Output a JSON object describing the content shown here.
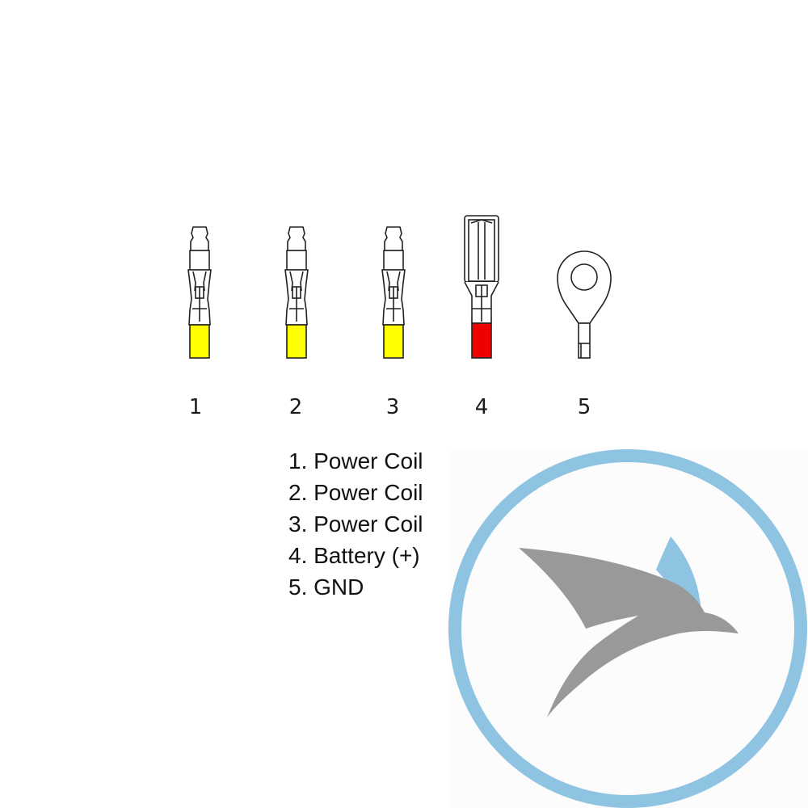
{
  "colors": {
    "insulation_yellow": "#ffff00",
    "insulation_red": "#ee0000",
    "outline": "#222222",
    "logo_ring": "#8fc3e2",
    "logo_bird": "#999999",
    "logo_bird_accent": "#8fc3e2"
  },
  "connectors": [
    {
      "number": "1",
      "type": "bullet-male",
      "insulation": "yellow"
    },
    {
      "number": "2",
      "type": "bullet-male",
      "insulation": "yellow"
    },
    {
      "number": "3",
      "type": "bullet-male",
      "insulation": "yellow"
    },
    {
      "number": "4",
      "type": "flat-female",
      "insulation": "red"
    },
    {
      "number": "5",
      "type": "ring-terminal",
      "insulation": "none"
    }
  ],
  "legend": [
    {
      "label": "1. Power Coil"
    },
    {
      "label": "2. Power Coil"
    },
    {
      "label": "3. Power Coil"
    },
    {
      "label": "4. Battery (+)"
    },
    {
      "label": "5. GND"
    }
  ],
  "watermark": {
    "icon": "bird-in-circle-logo"
  }
}
